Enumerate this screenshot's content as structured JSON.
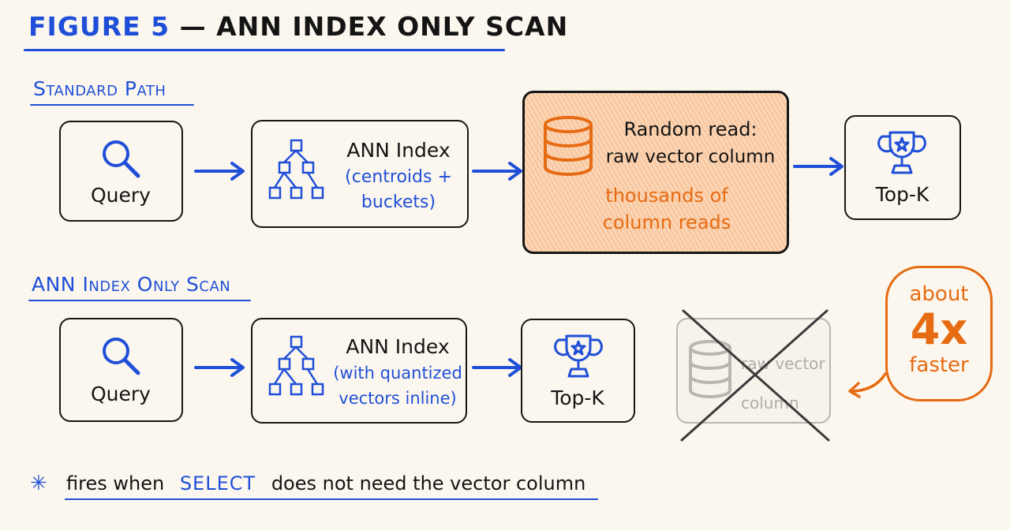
{
  "title": {
    "prefix": "FIGURE 5",
    "rest": "— ANN INDEX ONLY SCAN"
  },
  "standard": {
    "label": "Standard Path",
    "query": "Query",
    "ann_title": "ANN Index",
    "ann_sub1": "(centroids +",
    "ann_sub2": "buckets)",
    "random_line1": "Random read:",
    "random_line2": "raw vector column",
    "random_note1": "thousands of",
    "random_note2": "column reads",
    "topk": "Top-K"
  },
  "indexonly": {
    "label": "ANN Index Only Scan",
    "query": "Query",
    "ann_title": "ANN Index",
    "ann_sub1": "(with quantized",
    "ann_sub2": "vectors inline)",
    "topk": "Top-K",
    "ghost_line1": "raw vector",
    "ghost_line2": "column"
  },
  "badge": {
    "line1": "about",
    "big": "4x",
    "line2": "faster"
  },
  "footer": {
    "star": "✳",
    "pre": "fires when",
    "keyword": "SELECT",
    "post": "does not need the vector column"
  },
  "colors": {
    "accent": "#1f4fd8",
    "highlight": "#e66b12",
    "fill": "#f9cda8",
    "ghost": "#b9b6b1"
  },
  "icons": [
    "search-icon",
    "tree-icon",
    "database-icon",
    "trophy-icon",
    "arrow-icon",
    "cross-icon"
  ]
}
